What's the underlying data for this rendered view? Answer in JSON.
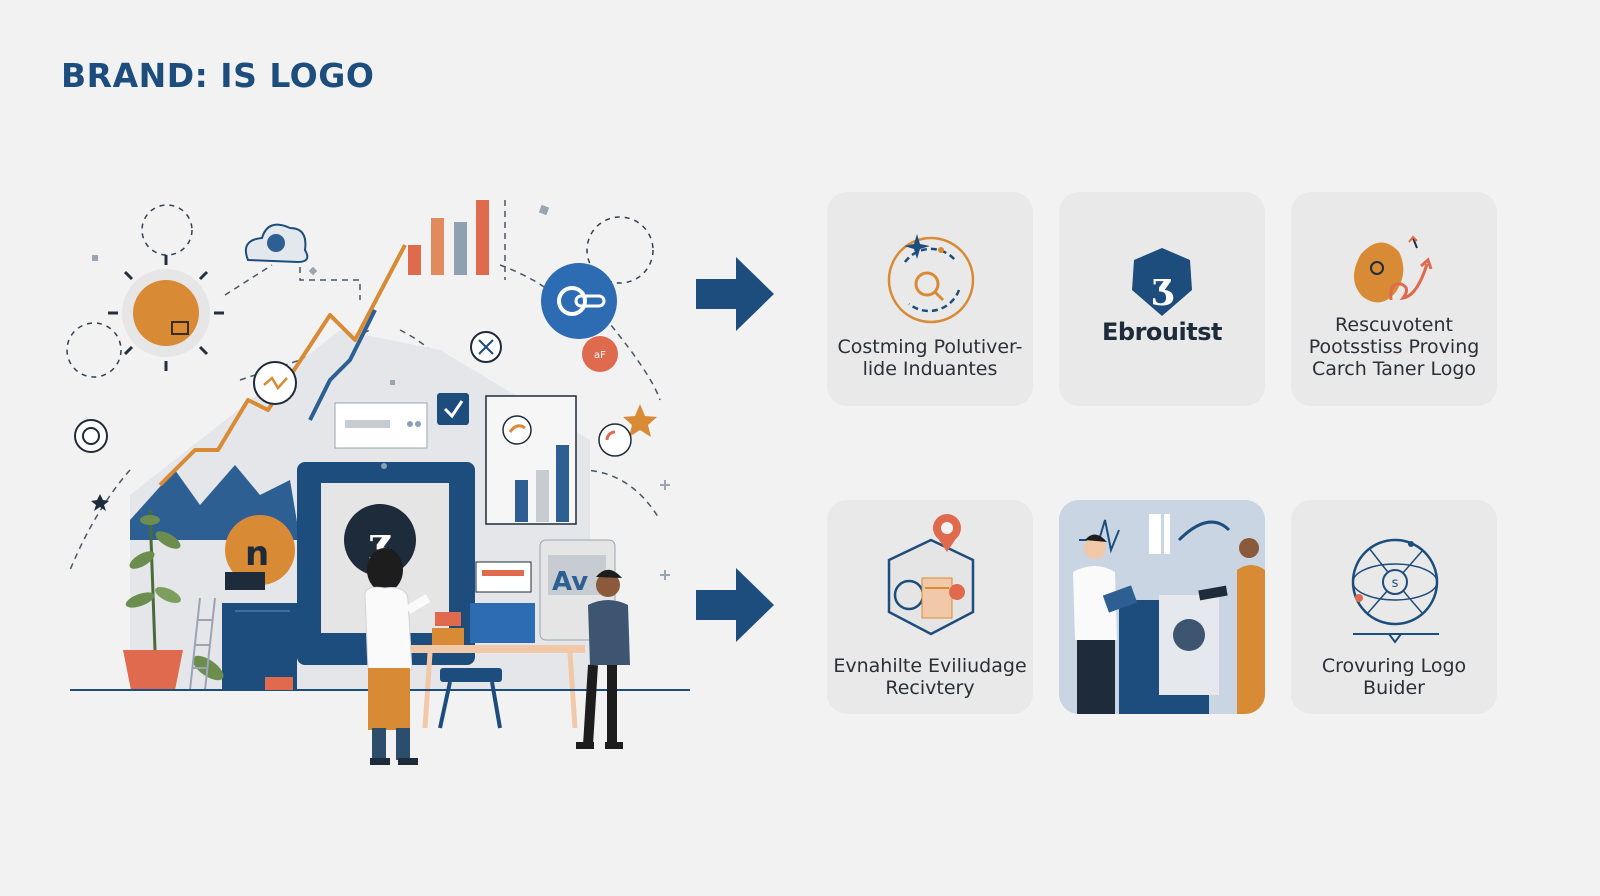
{
  "title": "BRAND: IS LOGO",
  "colors": {
    "navy": "#1d4d7c",
    "orange": "#d98a35",
    "coral": "#e06a4e",
    "background": "#f2f2f2",
    "card": "#e9e9e9"
  },
  "illustration": {
    "mark_glyph": "ʒ",
    "badge_text": "aF",
    "sign_text": "n",
    "screen_text": "Av"
  },
  "cards": [
    {
      "label_lines": [
        "Costming Polutiver-",
        "lide Induantes"
      ],
      "icon": "search-refresh-icon"
    },
    {
      "brand_text": "Ebrouitst",
      "glyph": "ʒ",
      "icon": "shield-logo-icon"
    },
    {
      "label_lines": [
        "Rescuvotent",
        "Pootsstiss Proving",
        "Carch Taner Logo"
      ],
      "icon": "blob-arrow-icon"
    },
    {
      "label_lines": [
        "Evnahilte Eviliudage",
        "Recivtery"
      ],
      "icon": "gear-pin-cube-icon"
    },
    {
      "icon": "workshop-scene-icon"
    },
    {
      "label_lines": [
        "Crovuring Logo",
        "Buider"
      ],
      "icon": "orbit-globe-icon"
    }
  ]
}
